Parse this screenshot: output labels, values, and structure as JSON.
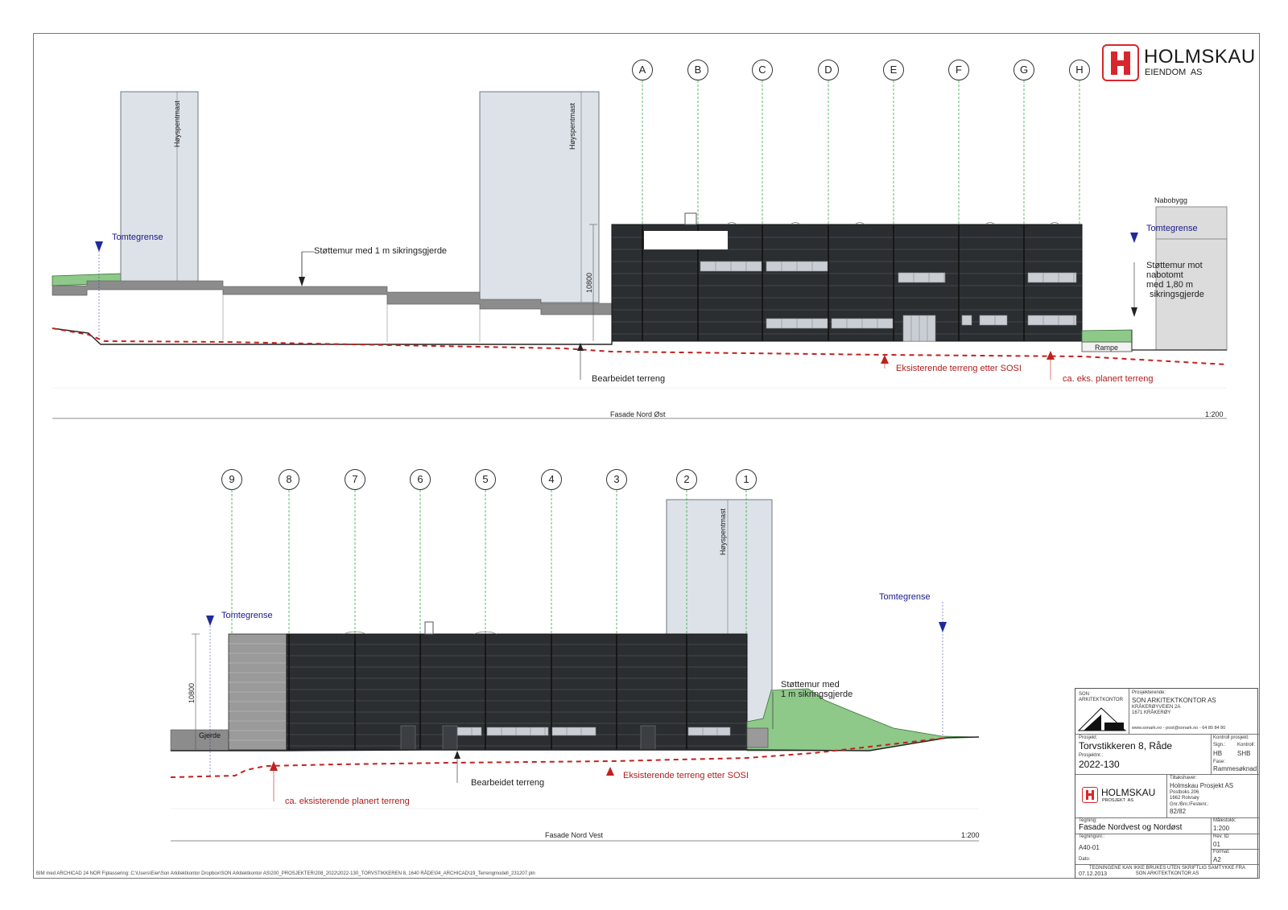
{
  "logo": {
    "name": "HOLMSKAU",
    "sub": "EIENDOM  AS"
  },
  "top": {
    "grid_labels": [
      "A",
      "B",
      "C",
      "D",
      "E",
      "F",
      "G",
      "H"
    ],
    "mast_label": "Høyspentmast",
    "tomtegrense": "Tomtegrense",
    "stottemur": "Støttemur med 1 m sikringsgjerde",
    "height": "10800",
    "bearbeidet": "Bearbeidet terreng",
    "eksisterende": "Eksisterende terreng etter SOSI",
    "planert": "ca. eks. planert terreng",
    "nabobygg": "Nabobygg",
    "stottemur_nabo": [
      "Støttemur mot",
      "nabotomt",
      "med 1,80 m",
      "sikringsgjerde"
    ],
    "rampe": "Rampe",
    "title": "Fasade Nord Øst",
    "scale": "1:200"
  },
  "bottom": {
    "grid_labels": [
      "9",
      "8",
      "7",
      "6",
      "5",
      "4",
      "3",
      "2",
      "1"
    ],
    "mast_label": "Høyspentmast",
    "tomtegrense_left": "Tomtegrense",
    "tomtegrense_right": "Tomtegrense",
    "height": "10800",
    "gjerde": "Gjerde",
    "stottemur": [
      "Støttemur med",
      "1 m sikringsgjerde"
    ],
    "bearbeidet": "Bearbeidet terreng",
    "eksisterende": "Eksisterende terreng etter SOSI",
    "planert": "ca. eksisterende planert terreng",
    "title": "Fasade Nord Vest",
    "scale": "1:200"
  },
  "footer_path": "BIM med ARCHICAD 24 NOR Fiplassering: C:\\Users\\Eier\\Son Arkitektkontor Dropbox\\SON Arkitektkontor AS\\200_PROSJEKTER\\208_2022\\2022-130_TORVSTIKKEREN 8, 1640 RÅDE\\04_ARCHICAD\\19_Terrengmodell_231207.pln",
  "titleblock": {
    "firm_logo": [
      "SON",
      "ARKITEKTKONTOR"
    ],
    "prosjekterende_label": "Prosjekterende:",
    "prosjekterende": [
      "SON ARKITEKTKONTOR AS",
      "KRÅKERØYVEIEN 2A",
      "1671 KRÅKERØY"
    ],
    "contact": "www.sonark.no - post@sonark.no - 64 80 84 80",
    "prosjekt_label": "Prosjekt:",
    "prosjekt": "Torvstikkeren 8, Råde",
    "prosjektnr_label": "Prosjektnr.:",
    "prosjektnr": "2022-130",
    "kontroll_label": "Kontroll prosjekt:",
    "sign_label": "Sign.:",
    "kontroll_sign_label": "Kontroll:",
    "sign": "HB",
    "kontroll": "SHB",
    "fase_label": "Fase:",
    "fase": "Rammesøknad",
    "client_logo": "HOLMSKAU",
    "client_logo_sub": "PROSJEKT  AS",
    "tiltakshaver_label": "Tiltakshaver:",
    "tiltakshaver": [
      "Holmskau Prosjekt AS",
      "Postboks 206",
      "1662 Rolvsøy"
    ],
    "gnr_label": "Gnr./Bnr./Festenr.:",
    "gnr": "82/82",
    "tegning_label": "Tegning:",
    "tegning": "Fasade Nordvest og Nordøst",
    "malestokk_label": "Målestokk:",
    "malestokk": "1:200",
    "tegningsnr_label": "Tegningsnr.:",
    "tegningsnr": "A40-01",
    "rev_label": "Rev. ID",
    "rev": "01",
    "format_label": "Format:",
    "format": "A2",
    "dato_label": "Dato:",
    "dato": "07.12.2013",
    "disclaimer": [
      "TEGNINGENE KAN IKKE BRUKES UTEN SKRIFTLIG SAMTYKKE FRA",
      "SON ARKITEKTKONTOR AS"
    ]
  },
  "colors": {
    "facade": "#2b2e31",
    "mast": "#dde2e8",
    "wall": "#8c8c8c",
    "grass": "#8ec98a",
    "terrain_red": "#c0211f",
    "brand_red": "#d8262d",
    "tomtegrense_blue": "#1f2a9c"
  }
}
